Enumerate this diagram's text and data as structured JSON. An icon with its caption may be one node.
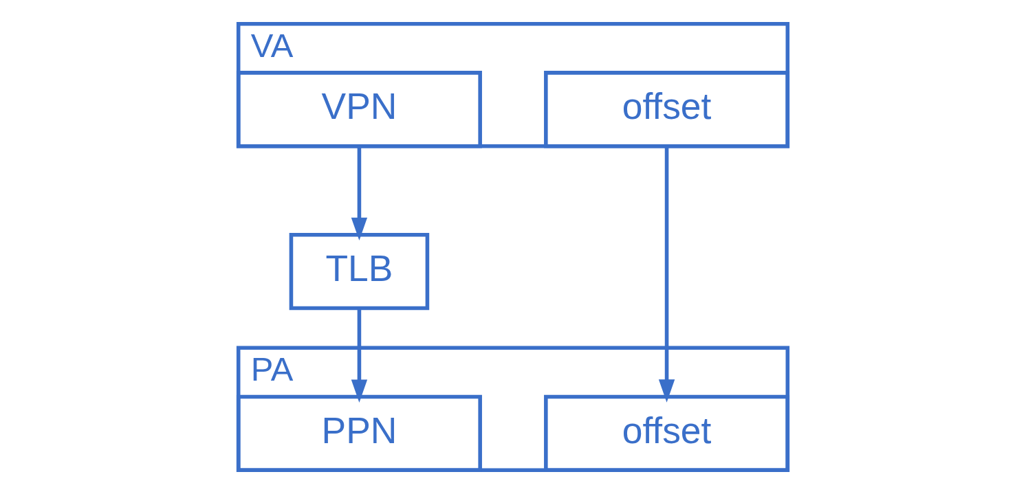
{
  "diagram": {
    "nodes": [
      {
        "text": [
          "VA"
        ]
      },
      {
        "text": [
          "VPN"
        ],
        "in": 0
      },
      {
        "text": [
          "offset"
        ],
        "in": 0
      },
      {
        "text": [
          "TLB"
        ]
      },
      {
        "text": [
          "PA"
        ]
      },
      {
        "text": [
          "PPN"
        ],
        "in": 4
      },
      {
        "text": [
          "offset"
        ],
        "in": 4
      }
    ],
    "edges": [
      {
        "from": 1,
        "to": 3,
        "arrow": "to"
      },
      {
        "from": 3,
        "to": 5,
        "arrow": "to"
      },
      {
        "from": 2,
        "to": 6,
        "arrow": "to"
      }
    ]
  }
}
